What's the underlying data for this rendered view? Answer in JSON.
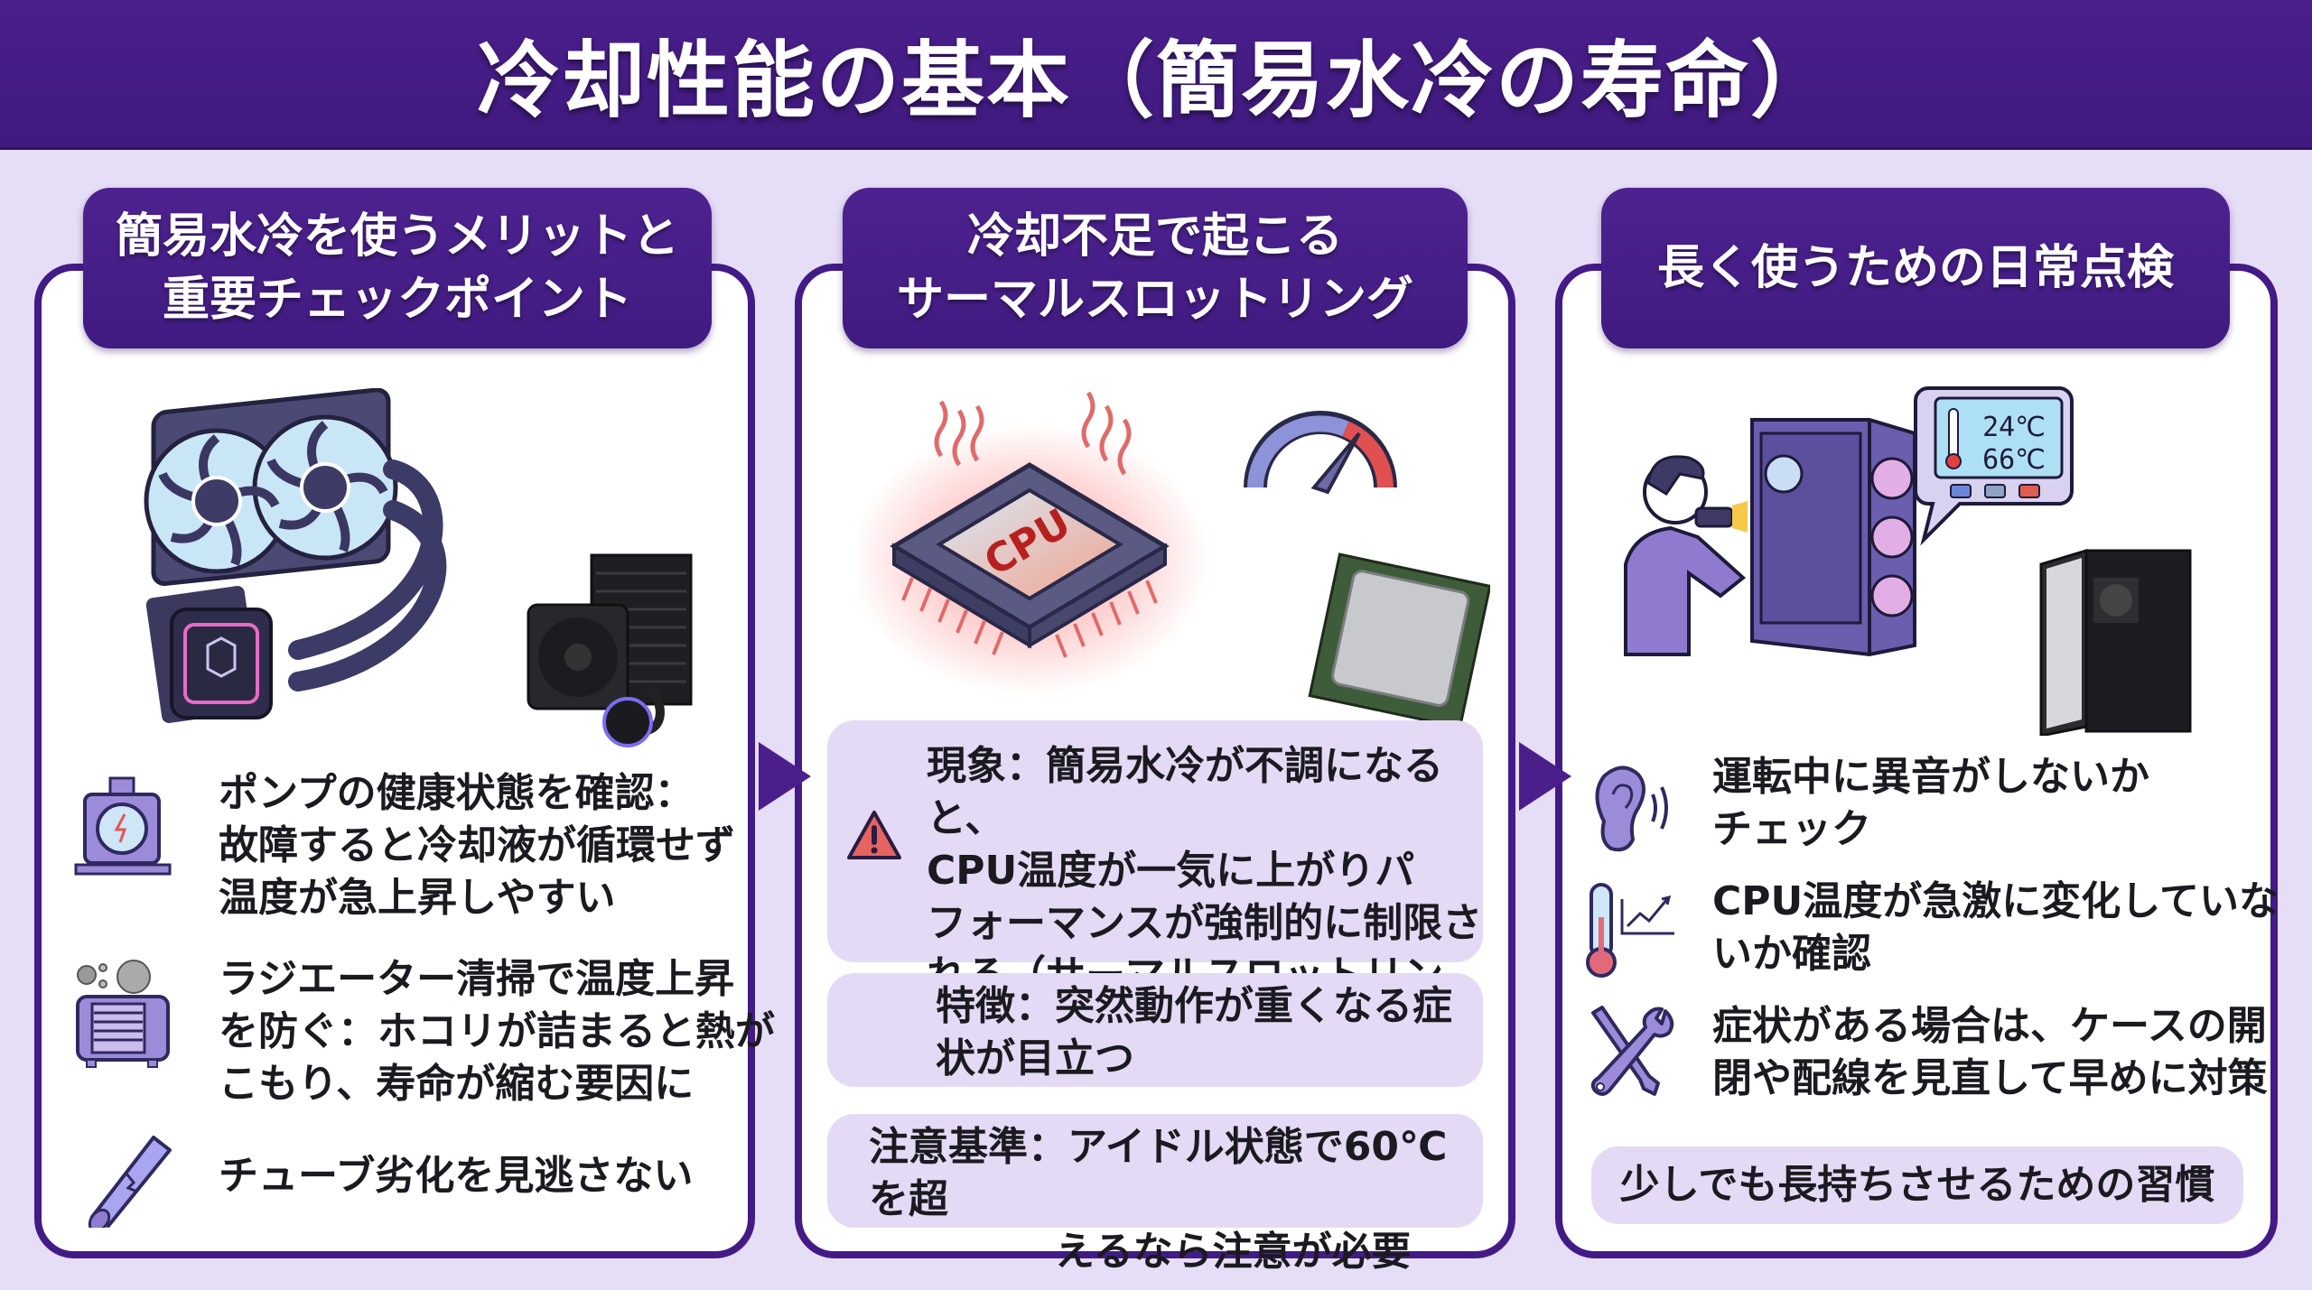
{
  "header": {
    "title": "冷却性能の基本（簡易水冷の寿命）"
  },
  "colors": {
    "primary": "#431b86",
    "background": "#e6ddf7",
    "box": "#e4daf5",
    "warning": "#e5645f"
  },
  "sections": [
    {
      "title_lines": [
        "簡易水冷を使うメリットと",
        "重要チェックポイント"
      ],
      "illustration": "aio-water-cooler-illustration",
      "items": [
        {
          "icon": "pump-icon",
          "lines": [
            "ポンプの健康状態を確認：",
            "故障すると冷却液が循環せず",
            "温度が急上昇しやすい"
          ]
        },
        {
          "icon": "dusty-radiator-icon",
          "lines": [
            "ラジエーター清掃で温度上昇",
            "を防ぐ：ホコリが詰まると熱が",
            "こもり、寿命が縮む要因に"
          ]
        },
        {
          "icon": "cracked-tube-icon",
          "lines": [
            "チューブ劣化を見逃さない"
          ]
        }
      ]
    },
    {
      "title_lines": [
        "冷却不足で起こる",
        "サーマルスロットリング"
      ],
      "illustration": "overheating-cpu-illustration",
      "cpu_label": "CPU",
      "boxes": [
        {
          "icon": "warning-icon",
          "lines": [
            "現象：簡易水冷が不調になると、",
            "CPU温度が一気に上がりパ",
            "フォーマンスが強制的に制限さ",
            "れる（サーマルスロットリング）"
          ]
        },
        {
          "lines": [
            "特徴：突然動作が重くなる症",
            "状が目立つ"
          ]
        },
        {
          "lines": [
            "注意基準：アイドル状態で60℃を超",
            "えるなら注意が必要"
          ]
        }
      ]
    },
    {
      "title_lines": [
        "長く使うための日常点検"
      ],
      "illustration": "pc-inspection-illustration",
      "monitor": {
        "temp1": "24℃",
        "temp2": "66℃"
      },
      "items": [
        {
          "icon": "ear-icon",
          "lines": [
            "運転中に異音がしないか",
            "チェック"
          ]
        },
        {
          "icon": "thermometer-chart-icon",
          "lines": [
            "CPU温度が急激に変化していな",
            "いか確認"
          ]
        },
        {
          "icon": "tools-icon",
          "lines": [
            "症状がある場合は、ケースの開",
            "閉や配線を見直して早めに対策"
          ]
        }
      ],
      "footer_box": "少しでも長持ちさせるための習慣"
    }
  ]
}
